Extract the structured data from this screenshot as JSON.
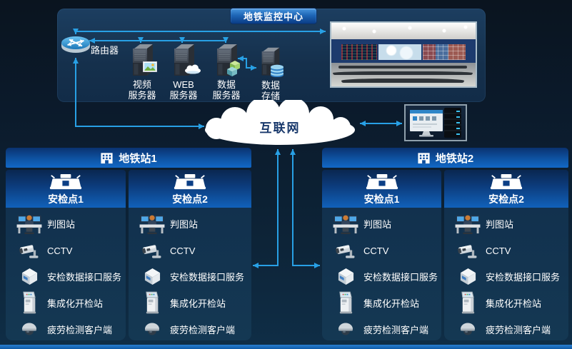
{
  "monitoring_center": {
    "title": "地铁监控中心",
    "router_label": "路由器",
    "servers": [
      {
        "name": "视频服务器",
        "line1": "视频",
        "line2": "服务器",
        "icon": "video-server-icon"
      },
      {
        "name": "WEB服务器",
        "line1": "WEB",
        "line2": "服务器",
        "icon": "web-server-icon"
      },
      {
        "name": "数据服务器",
        "line1": "数据",
        "line2": "服务器",
        "icon": "data-server-icon"
      },
      {
        "name": "数据存储",
        "line1": "数据",
        "line2": "存储",
        "icon": "data-storage-icon"
      }
    ]
  },
  "internet": {
    "label": "互联网"
  },
  "stations": [
    {
      "name": "地铁站1",
      "checkpoints": [
        {
          "name": "安检点1",
          "items": [
            "判图站",
            "CCTV",
            "安检数据接口服务",
            "集成化开检站",
            "疲劳检测客户端"
          ]
        },
        {
          "name": "安检点2",
          "items": [
            "判图站",
            "CCTV",
            "安检数据接口服务",
            "集成化开检站",
            "疲劳检测客户端"
          ]
        }
      ]
    },
    {
      "name": "地铁站2",
      "checkpoints": [
        {
          "name": "安检点1",
          "items": [
            "判图站",
            "CCTV",
            "安检数据接口服务",
            "集成化开检站",
            "疲劳检测客户端"
          ]
        },
        {
          "name": "安检点2",
          "items": [
            "判图站",
            "CCTV",
            "安检数据接口服务",
            "集成化开检站",
            "疲劳检测客户端"
          ]
        }
      ]
    }
  ],
  "item_icons": [
    "workstation-icon",
    "cctv-icon",
    "data-cube-icon",
    "kiosk-icon",
    "dome-camera-icon"
  ],
  "colors": {
    "accent_line": "#28a0e5",
    "station_blue": "#1160b2",
    "cloud_text": "#18386b",
    "panel_bg": "#133350"
  }
}
